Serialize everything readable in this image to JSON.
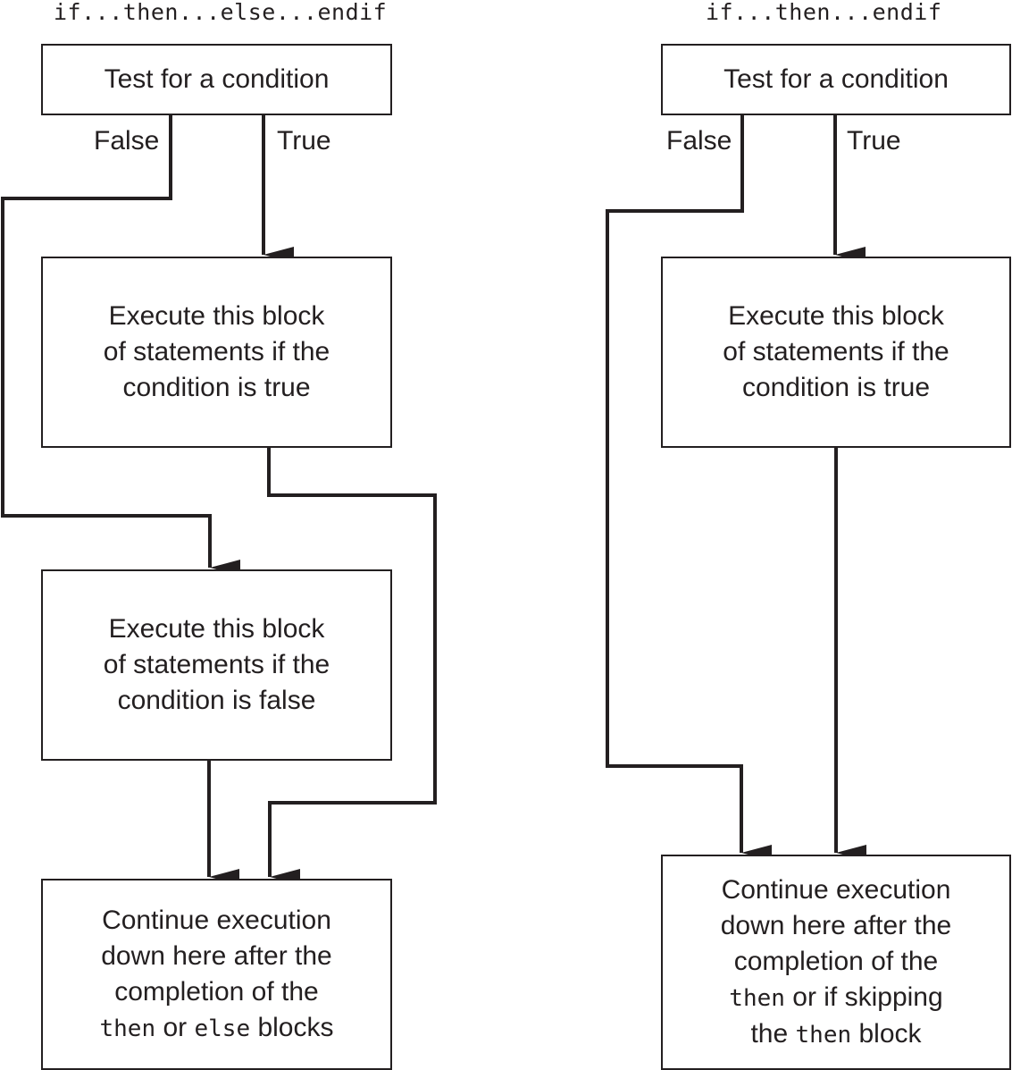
{
  "left": {
    "title": "if...then...else...endif",
    "test_box": "Test for a condition",
    "false_label": "False",
    "true_label": "True",
    "then_block": [
      "Execute this block",
      "of statements if the",
      "condition is true"
    ],
    "else_block": [
      "Execute this block",
      "of statements if the",
      "condition is false"
    ],
    "continue_block": {
      "line1": "Continue execution",
      "line2": "down here after the",
      "line3": "completion of the",
      "line4_code1": "then",
      "line4_mid": " or ",
      "line4_code2": "else",
      "line4_end": " blocks"
    }
  },
  "right": {
    "title": "if...then...endif",
    "test_box": "Test for a condition",
    "false_label": "False",
    "true_label": "True",
    "then_block": [
      "Execute this block",
      "of statements if the",
      "condition is true"
    ],
    "continue_block": {
      "line1": "Continue execution",
      "line2": "down here after the",
      "line3": "completion of the",
      "line4_code": "then",
      "line4_end": " or if skipping",
      "line5_start": "the ",
      "line5_code": "then",
      "line5_end": " block"
    }
  }
}
